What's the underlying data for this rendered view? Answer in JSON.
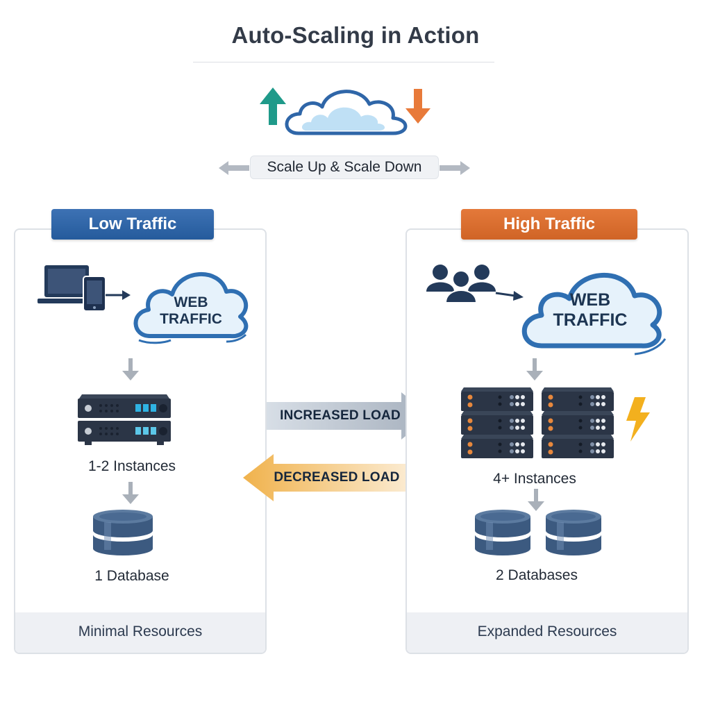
{
  "title": "Auto-Scaling in Action",
  "header_icons": {
    "up_arrow": "arrow-up-icon",
    "cloud": "cloud-icon",
    "down_arrow": "arrow-down-icon"
  },
  "scale_label": "Scale Up & Scale Down",
  "colors": {
    "low_accent": "#2f66a8",
    "high_accent": "#db6d2f",
    "teal_arrow": "#1f9a8a",
    "orange_arrow": "#e87a3a",
    "navy": "#233a5a",
    "lightning": "#f3b01e"
  },
  "low": {
    "badge": "Low Traffic",
    "cloud_line1": "WEB",
    "cloud_line2": "TRAFFIC",
    "instances": "1-2 Instances",
    "databases": "1 Database",
    "footer": "Minimal Resources"
  },
  "high": {
    "badge": "High Traffic",
    "cloud_line1": "WEB",
    "cloud_line2": "TRAFFIC",
    "instances": "4+ Instances",
    "databases": "2 Databases",
    "footer": "Expanded Resources"
  },
  "transitions": {
    "increased": "INCREASED LOAD",
    "decreased": "DECREASED LOAD"
  }
}
